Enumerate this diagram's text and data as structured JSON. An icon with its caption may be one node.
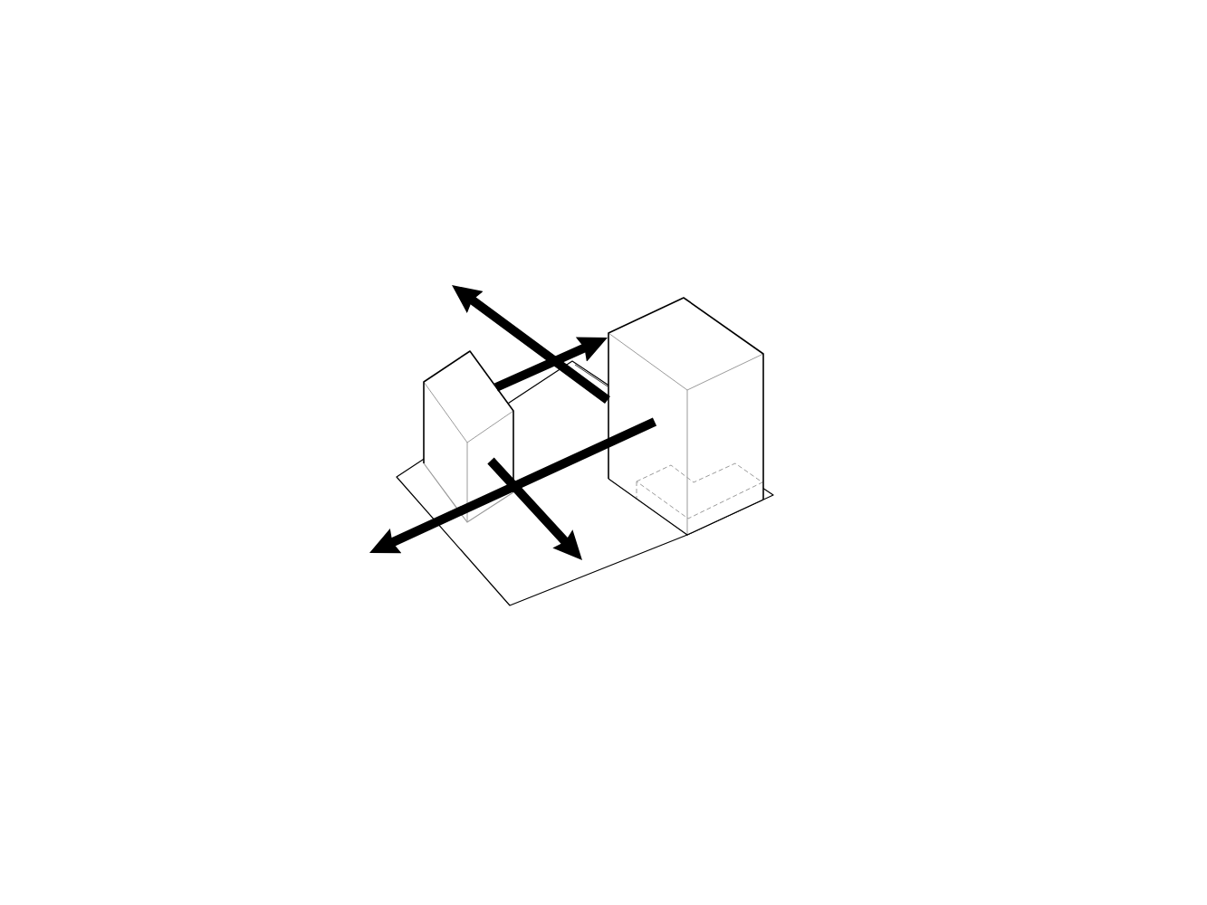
{
  "diagram": {
    "nodes": [
      {
        "text": [],
        "shape": "box"
      },
      {
        "text": [],
        "shape": "box"
      }
    ],
    "edges": [
      {
        "from": 1,
        "to": null,
        "arrow": "to"
      },
      {
        "from": 0,
        "to": 1,
        "arrow": "to"
      },
      {
        "from": 1,
        "to": null,
        "arrow": "to"
      },
      {
        "from": 0,
        "to": null,
        "arrow": "to"
      }
    ]
  }
}
